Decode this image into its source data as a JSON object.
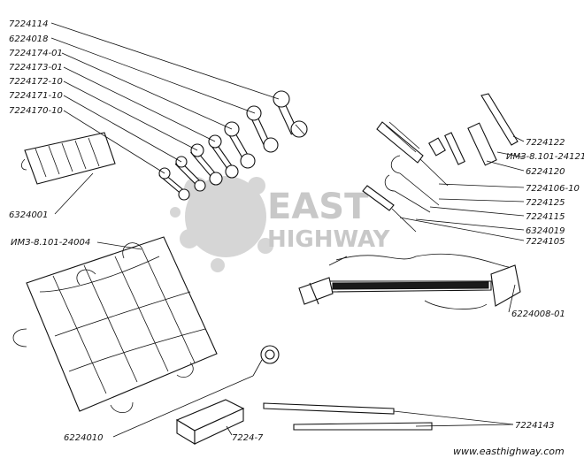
{
  "labels": {
    "l1": "7224114",
    "l2": "6224018",
    "l3": "7224174-01",
    "l4": "7224173-01",
    "l5": "7224172-10",
    "l6": "7224171-10",
    "l7": "7224170-10",
    "l8": "6324001",
    "l9": "ИМЗ-8.101-24004",
    "l10": "6224010",
    "l11": "7224-7",
    "l12": "7224122",
    "l13": "ИМЗ-8.101-24121",
    "l14": "6224120",
    "l15": "7224106-10",
    "l16": "7224125",
    "l17": "7224115",
    "l18": "6324019",
    "l19": "7224105",
    "l20": "6224008-01",
    "l21": "7224143"
  },
  "watermark": {
    "line1": "EAST",
    "line2": "HIGHWAY",
    "url": "www.easthighway.com"
  }
}
